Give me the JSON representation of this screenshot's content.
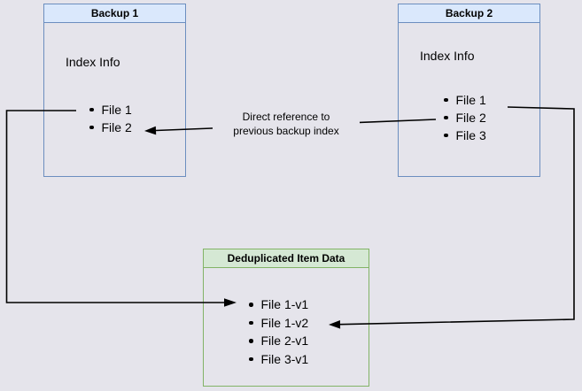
{
  "canvas": {
    "bg": "#e5e4eb"
  },
  "colors": {
    "blue_fill": "#dae8fc",
    "blue_border": "#6c8ebf",
    "green_fill": "#d5e8d4",
    "green_border": "#82b366",
    "arrow": "#000000"
  },
  "boxes": {
    "backup1": {
      "title": "Backup 1",
      "body_label": "Index Info",
      "items": [
        "File 1",
        "File 2"
      ]
    },
    "backup2": {
      "title": "Backup 2",
      "body_label": "Index Info",
      "items": [
        "File 1",
        "File 2",
        "File 3"
      ]
    },
    "dedup": {
      "title": "Deduplicated Item Data",
      "items": [
        "File 1-v1",
        "File 1-v2",
        "File 2-v1",
        "File 3-v1"
      ]
    }
  },
  "edge_label": {
    "line1": "Direct reference to",
    "line2": "previous backup index"
  }
}
